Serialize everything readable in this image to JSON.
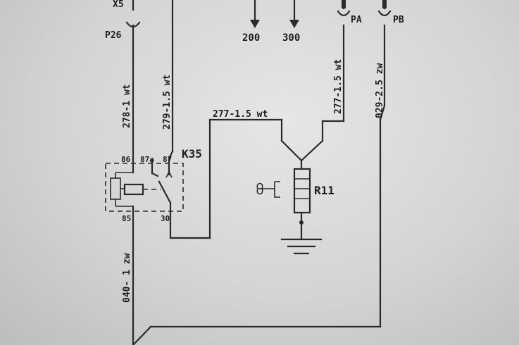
{
  "labels": {
    "x5": "X5",
    "p26": "P26",
    "w278": "278-1 wt",
    "w279": "279-1.5 wt",
    "k35": "K35",
    "pin86": "86",
    "pin87a": "87a",
    "pin87": "87",
    "pin85": "85",
    "pin30": "30",
    "w040": "040- 1 zw",
    "w277h": "277-1.5 wt",
    "w277v": "277-1.5 wt",
    "w029": "029-2.5 zw",
    "pa": "PA",
    "pb": "PB",
    "ref200": "200",
    "ref300": "300",
    "r11": "R11"
  },
  "colors": {
    "ink": "#2a2a2a",
    "paper": "#e2e2e2"
  }
}
